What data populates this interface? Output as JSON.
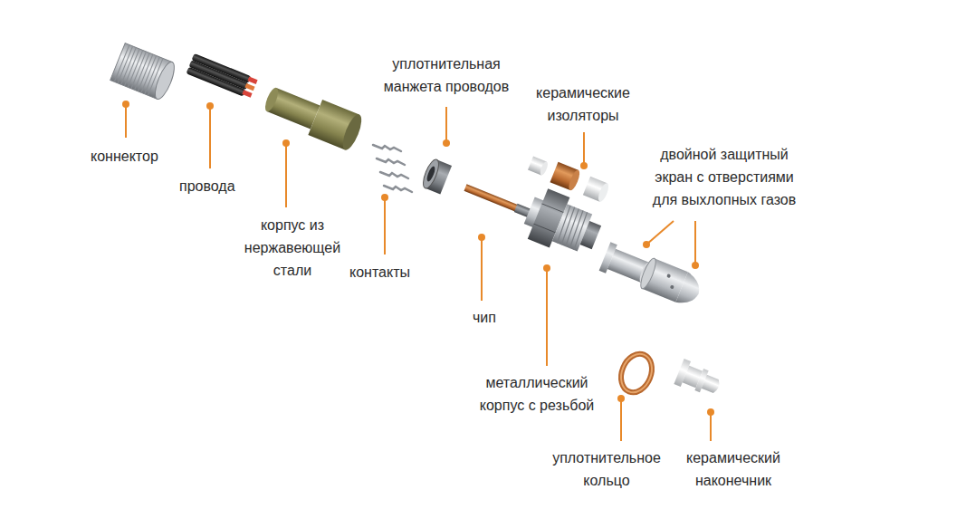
{
  "diagram": {
    "labels": [
      "коннектор",
      "провода",
      "корпус из нержавеющей стали",
      "контакты",
      "уплотнительная манжета проводов",
      "керамические изоляторы",
      "двойной защитный экран с отверстиями для выхлопных газов",
      "чип",
      "металлический корпус с резьбой",
      "уплотнительное кольцо",
      "керамический наконечник"
    ]
  }
}
